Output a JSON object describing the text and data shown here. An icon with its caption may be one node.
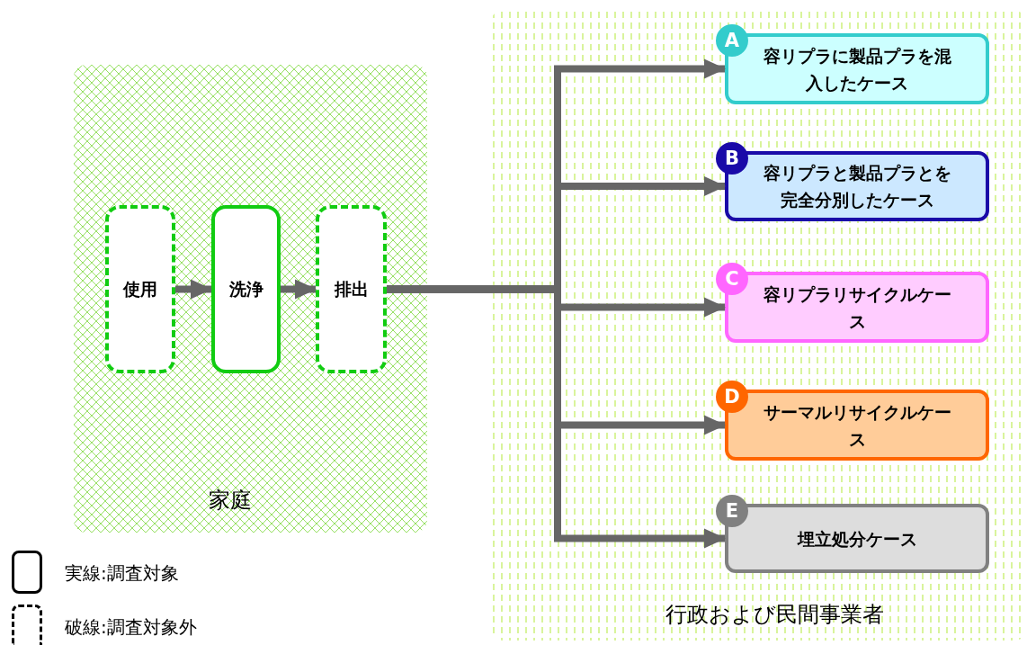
{
  "diagram": {
    "nodes": [
      {
        "text": [
          "家庭"
        ]
      },
      {
        "text": [
          "使用"
        ],
        "in": 0
      },
      {
        "text": [
          "洗浄"
        ],
        "in": 0
      },
      {
        "text": [
          "排出"
        ],
        "in": 0
      },
      {
        "text": [
          "行政および民間事業者"
        ]
      },
      {
        "text": [
          "A",
          "容リプラに製品プラを混入したケース"
        ],
        "in": 4
      },
      {
        "text": [
          "B",
          "容リプラと製品プラとを完全分別したケース"
        ],
        "in": 4
      },
      {
        "text": [
          "C",
          "容リプラリサイクルケース"
        ],
        "in": 4
      },
      {
        "text": [
          "D",
          "サーマルリサイクルケース"
        ],
        "in": 4
      },
      {
        "text": [
          "E",
          "埋立処分ケース"
        ],
        "in": 4
      }
    ],
    "edges": [
      {
        "from": 1,
        "to": 2,
        "arrow": "to"
      },
      {
        "from": 2,
        "to": 3,
        "arrow": "to"
      },
      {
        "from": 3,
        "to": 5,
        "arrow": "to"
      },
      {
        "from": 3,
        "to": 6,
        "arrow": "to"
      },
      {
        "from": 3,
        "to": 7,
        "arrow": "to"
      },
      {
        "from": 3,
        "to": 8,
        "arrow": "to"
      },
      {
        "from": 3,
        "to": 9,
        "arrow": "to"
      }
    ],
    "legend": [
      {
        "text": "実線:調査対象"
      },
      {
        "text": "破線:調査対象外"
      }
    ]
  }
}
